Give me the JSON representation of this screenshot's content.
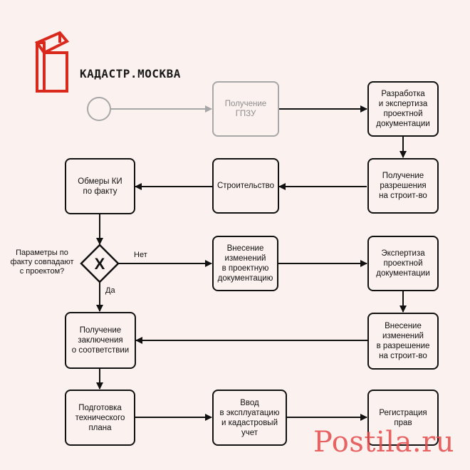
{
  "brand": {
    "name": "КАДАСТР.МОСКВА",
    "logo_color": "#d9291c"
  },
  "nodes": {
    "gpzu": "Получение\nГПЗУ",
    "design": "Разработка\nи экспертиза\nпроектной\nдокументации",
    "permit": "Получение\nразрешения\nна строит-во",
    "construction": "Строительство",
    "measure": "Обмеры КИ\nпо факту",
    "changes_doc": "Внесение\nизменений\nв проектную\nдокументацию",
    "expertise": "Экспертиза\nпроектной\nдокументации",
    "changes_permit": "Внесение\nизменений\nв разрешение\nна строит-во",
    "conformity": "Получение\nзаключения\nо соответствии",
    "tech_plan": "Подготовка\nтехнического\nплана",
    "commission": "Ввод\nв эксплуатацию\nи кадастровый\nучет",
    "registration": "Регистрация\nправ"
  },
  "gateway": {
    "question": "Параметры по\nфакту совпадают\nс проектом?",
    "symbol": "X",
    "no_label": "Нет",
    "yes_label": "Да"
  },
  "watermark": "Postila.ru",
  "colors": {
    "line": "#111111",
    "start_event": "#a7a7a7",
    "inactive_box": "#a7a7a7",
    "background": "#fbf1ef"
  }
}
